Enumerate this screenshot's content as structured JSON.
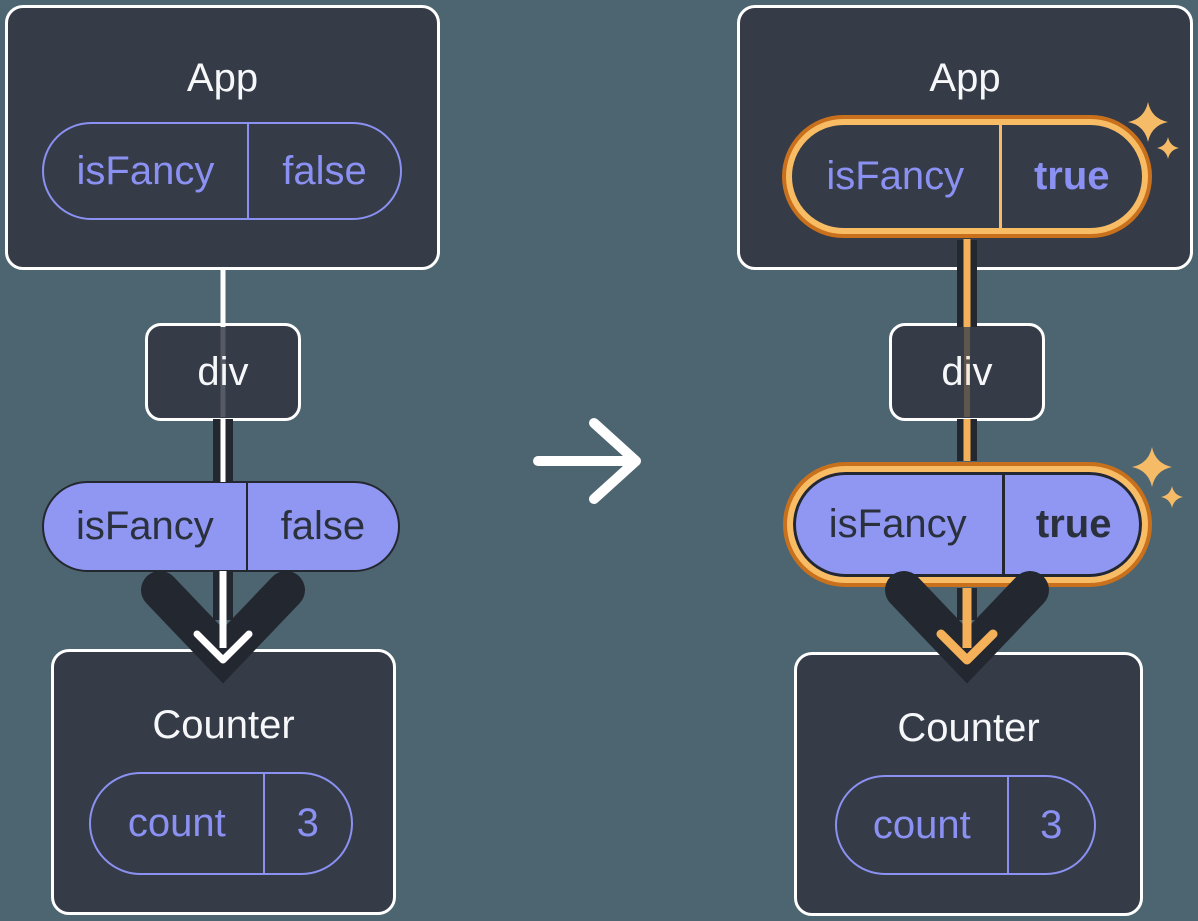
{
  "colors": {
    "background": "#4d6570",
    "card_background": "#353b47",
    "card_border": "#ffffff",
    "purple": "#8a91f2",
    "purple_fill": "#9097f3",
    "dark_ink": "#23272f",
    "highlight_orange_light": "#f8bc64",
    "highlight_orange_dark": "#c9701d",
    "flow_orange": "#f5b159",
    "sparkle": "#f6bb66"
  },
  "before": {
    "app": {
      "title": "App",
      "prop": {
        "name": "isFancy",
        "value": "false"
      }
    },
    "div": {
      "label": "div"
    },
    "passed_prop": {
      "name": "isFancy",
      "value": "false"
    },
    "counter": {
      "title": "Counter",
      "state": {
        "name": "count",
        "value": "3"
      }
    }
  },
  "after": {
    "app": {
      "title": "App",
      "prop": {
        "name": "isFancy",
        "value": "true"
      }
    },
    "div": {
      "label": "div"
    },
    "passed_prop": {
      "name": "isFancy",
      "value": "true"
    },
    "counter": {
      "title": "Counter",
      "state": {
        "name": "count",
        "value": "3"
      }
    }
  }
}
